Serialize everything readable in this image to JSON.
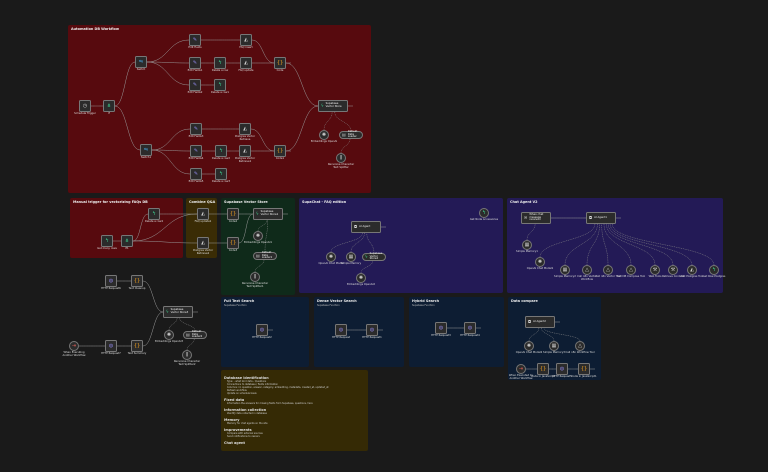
{
  "stickies": [
    {
      "title": "Automation DB Workflow",
      "color": "#570a0e"
    },
    {
      "title": "Manual trigger for vectorizing FAQs DB",
      "color": "#570a0e"
    },
    {
      "title": "Combine Q&A",
      "color": "#3a2c05"
    },
    {
      "title": "Supabase Vector Store",
      "color": "#0f2a1a"
    },
    {
      "title": "SupaChat - FAQ edition",
      "color": "#231a56"
    },
    {
      "title": "Chat Agent V2",
      "color": "#231a56"
    },
    {
      "title": "Full Text Search",
      "subtitle": "Supabase Function",
      "color": "#0d1d33"
    },
    {
      "title": "Dense Vector Search",
      "subtitle": "Supabase Function",
      "color": "#0d1d33"
    },
    {
      "title": "Hybrid Search",
      "subtitle": "Supabase Function",
      "color": "#0d1d33"
    },
    {
      "title": "Data compare",
      "color": "#0d1d33"
    }
  ],
  "note": {
    "color": "#352a05",
    "sections": [
      {
        "heading": "Database identification",
        "items": [
          "Type: - what kind data - Questions",
          "Connections to database / fields information",
          "Columns: id, question, answer, category, embedding, metadata, created_at, updated_at",
          "Refresh workflow",
          "Update on schedule basis"
        ]
      },
      {
        "heading": "Fixed data",
        "items": [
          "Information the answers for missing fields from Supabase, questions, here"
        ]
      },
      {
        "heading": "Information collection",
        "items": [
          "Identify data collected in database"
        ]
      },
      {
        "heading": "Memory",
        "items": [
          "Memory for chat agents on the site"
        ]
      },
      {
        "heading": "Improvements",
        "items": [
          "Compare with external sources",
          "Send notifications to owners"
        ]
      },
      {
        "heading": "Chat agent",
        "items": []
      }
    ]
  },
  "nodes": [
    {
      "label": "Schedule Trigger",
      "icon": "clock-icon"
    },
    {
      "label": "If",
      "icon": "if-icon"
    },
    {
      "label": "Switch",
      "icon": "switch-icon"
    },
    {
      "label": "Switch1",
      "icon": "switch-icon"
    },
    {
      "label": "Edit Fields",
      "icon": "pencil-icon"
    },
    {
      "label": "Edit Fields1",
      "icon": "pencil-icon"
    },
    {
      "label": "Edit Fields2",
      "icon": "pencil-icon"
    },
    {
      "label": "Delete a row",
      "icon": "supabase-icon"
    },
    {
      "label": "Delete a row1",
      "icon": "supabase-icon"
    },
    {
      "label": "FAQ insert",
      "icon": "postgres-icon"
    },
    {
      "label": "FAQ update",
      "icon": "postgres-icon"
    },
    {
      "label": "Code",
      "icon": "code-icon"
    },
    {
      "label": "Edit Fields3",
      "icon": "pencil-icon"
    },
    {
      "label": "Postgres Vector Retrieve",
      "icon": "postgres-icon"
    },
    {
      "label": "Edit Fields4",
      "icon": "pencil-icon"
    },
    {
      "label": "Delete a row2",
      "icon": "supabase-icon"
    },
    {
      "label": "Postgres Vector Retrieve1",
      "icon": "postgres-icon"
    },
    {
      "label": "Code1",
      "icon": "code-icon"
    },
    {
      "label": "Edit Fields5",
      "icon": "pencil-icon"
    },
    {
      "label": "Delete a row3",
      "icon": "supabase-icon"
    },
    {
      "label": "Supabase Vector Store",
      "icon": "supabase-icon"
    },
    {
      "label": "Embeddings OpenAI",
      "icon": "openai-icon"
    },
    {
      "label": "Default Data Loader",
      "icon": "loader-icon"
    },
    {
      "label": "Recursive Character Text Splitter",
      "icon": "splitter-icon"
    },
    {
      "label": "Get many rows",
      "icon": "supabase-icon"
    },
    {
      "label": "If1",
      "icon": "if-icon"
    },
    {
      "label": "Delete a row4",
      "icon": "supabase-icon"
    },
    {
      "label": "FAQ update1",
      "icon": "postgres-icon"
    },
    {
      "label": "Postgres Vector Retrieve2",
      "icon": "postgres-icon"
    },
    {
      "label": "Code2",
      "icon": "code-icon"
    },
    {
      "label": "Code3",
      "icon": "code-icon"
    },
    {
      "label": "Supabase Vector Store1",
      "icon": "supabase-icon"
    },
    {
      "label": "Embeddings OpenAI1",
      "icon": "openai-icon"
    },
    {
      "label": "Default Data Loader1",
      "icon": "loader-icon"
    },
    {
      "label": "Recursive Character Text Splitter1",
      "icon": "splitter-icon"
    },
    {
      "label": "AI Agent",
      "icon": "robot-icon"
    },
    {
      "label": "Get Node Accessories",
      "icon": "supabase-icon"
    },
    {
      "label": "OpenAI Chat Model",
      "icon": "openai-icon"
    },
    {
      "label": "Simple Memory",
      "icon": "memory-icon"
    },
    {
      "label": "Supabase Vector Store2",
      "icon": "supabase-icon"
    },
    {
      "label": "Embeddings OpenAI2",
      "icon": "openai-icon"
    },
    {
      "label": "When chat message received",
      "icon": "chat-icon"
    },
    {
      "label": "AI Agent1",
      "icon": "robot-icon"
    },
    {
      "label": "Simple Memory1",
      "icon": "memory-icon"
    },
    {
      "label": "OpenAI Chat Model1",
      "icon": "openai-icon"
    },
    {
      "label": "Simple Memory2",
      "icon": "memory-icon"
    },
    {
      "label": "Call n8n Vector Workflow",
      "icon": "workflow-icon"
    },
    {
      "label": "Call n8n Vector Tool",
      "icon": "workflow-icon"
    },
    {
      "label": "Call DB Compose Tool",
      "icon": "workflow-icon"
    },
    {
      "label": "Web Tools",
      "icon": "tool-icon"
    },
    {
      "label": "Retrieve Context",
      "icon": "tool-icon"
    },
    {
      "label": "Get Postgres Tool",
      "icon": "postgres-icon"
    },
    {
      "label": "Get Row Postgres",
      "icon": "supabase-icon"
    },
    {
      "label": "HTTP Request2",
      "icon": "globe-icon"
    },
    {
      "label": "HTTP Request",
      "icon": "globe-icon"
    },
    {
      "label": "HTTP Request1",
      "icon": "globe-icon"
    },
    {
      "label": "HTTP Request3",
      "icon": "globe-icon"
    },
    {
      "label": "HTTP Request4",
      "icon": "globe-icon"
    },
    {
      "label": "AI Agent2",
      "icon": "robot-icon"
    },
    {
      "label": "OpenAI Chat Model2",
      "icon": "openai-icon"
    },
    {
      "label": "Simple Memory3",
      "icon": "memory-icon"
    },
    {
      "label": "Call n8n Workflow Tool",
      "icon": "workflow-icon"
    },
    {
      "label": "When Executed by Another Workflow",
      "icon": "trigger-icon"
    },
    {
      "label": "Code in JavaScript",
      "icon": "code-icon"
    },
    {
      "label": "HTTP Request5",
      "icon": "globe-icon"
    },
    {
      "label": "Code in JavaScript1",
      "icon": "code-icon"
    },
    {
      "label": "HTTP Request6",
      "icon": "globe-icon"
    },
    {
      "label": "Text Cleanup",
      "icon": "code-icon"
    },
    {
      "label": "Supabase Vector Store3",
      "icon": "supabase-icon"
    },
    {
      "label": "Embeddings OpenAI3",
      "icon": "openai-icon"
    },
    {
      "label": "Default Data Loader2",
      "icon": "loader-icon"
    },
    {
      "label": "Recursive Character Text Splitter2",
      "icon": "splitter-icon"
    },
    {
      "label": "When Executing Another Workflow",
      "icon": "trigger-icon"
    },
    {
      "label": "HTTP Request7",
      "icon": "globe-icon"
    },
    {
      "label": "Text Summary",
      "icon": "code-icon"
    }
  ]
}
